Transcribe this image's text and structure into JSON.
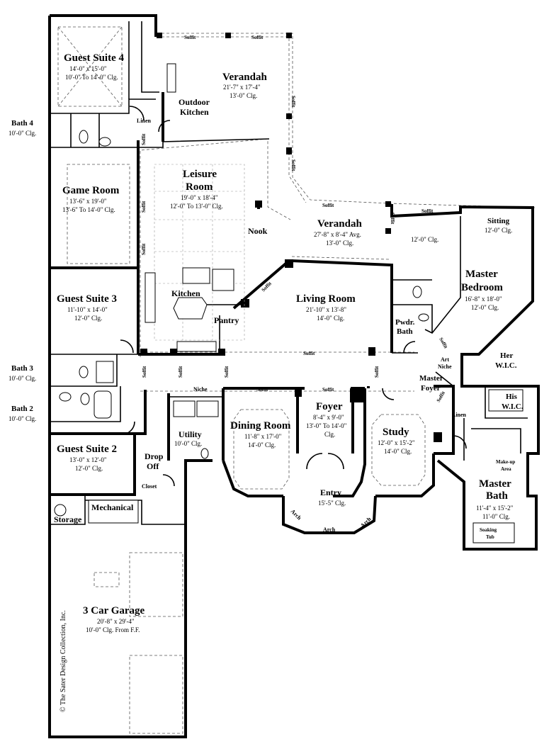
{
  "rooms": {
    "guest_suite_4": {
      "name": "Guest Suite 4",
      "dim": "14'-0\" x 15'-0\"",
      "clg": "10'-0\" To 14'-0\" Clg."
    },
    "verandah_top": {
      "name": "Verandah",
      "dim": "21'-7\" x 17'-4\"",
      "clg": "13'-0\" Clg."
    },
    "outdoor_kitchen": {
      "line1": "Outdoor",
      "line2": "Kitchen"
    },
    "bath_4": {
      "name": "Bath 4",
      "clg": "10'-0\" Clg."
    },
    "linen_top": {
      "name": "Linen"
    },
    "game_room": {
      "name": "Game Room",
      "dim": "13'-6\" x 19'-0\"",
      "clg": "13'-6\" To 14'-0\" Clg."
    },
    "leisure_room": {
      "line1": "Leisure",
      "line2": "Room",
      "dim": "19'-0\" x 18'-4\"",
      "clg": "12'-0\" To 13'-0\" Clg."
    },
    "nook": {
      "name": "Nook"
    },
    "verandah_mid": {
      "name": "Verandah",
      "dim": "27'-8\" x 8'-4\" Avg.",
      "clg": "13'-0\" Clg."
    },
    "sitting": {
      "name": "Sitting",
      "clg": "12'-0\" Clg."
    },
    "twelve_clg": {
      "clg": "12'-0\" Clg."
    },
    "master_bedroom": {
      "line1": "Master",
      "line2": "Bedroom",
      "dim": "16'-8\" x 18'-0\"",
      "clg": "12'-0\" Clg."
    },
    "guest_suite_3": {
      "name": "Guest Suite 3",
      "dim": "11'-10\" x 14'-0\"",
      "clg": "12'-0\" Clg."
    },
    "kitchen": {
      "name": "Kitchen"
    },
    "pantry": {
      "name": "Pantry"
    },
    "living_room": {
      "name": "Living Room",
      "dim": "21'-10\" x 13'-8\"",
      "clg": "14'-0\" Clg."
    },
    "pwdr_bath": {
      "line1": "Pwdr.",
      "line2": "Bath"
    },
    "her_wic": {
      "line1": "Her",
      "line2": "W.I.C."
    },
    "art_niche": {
      "line1": "Art",
      "line2": "Niche"
    },
    "master_foyer": {
      "line1": "Master",
      "line2": "Foyer"
    },
    "his_wic": {
      "line1": "His",
      "line2": "W.I.C."
    },
    "bath_3": {
      "name": "Bath 3",
      "clg": "10'-0\" Clg."
    },
    "bath_2": {
      "name": "Bath 2",
      "clg": "10'-0\" Clg."
    },
    "niche": {
      "name": "Niche"
    },
    "dining_room": {
      "name": "Dining Room",
      "dim": "11'-8\" x 17'-0\"",
      "clg": "14'-0\" Clg."
    },
    "foyer": {
      "name": "Foyer",
      "dim": "8'-4\" x 9'-0\"",
      "clg1": "13'-0\" To 14'-0\"",
      "clg2": "Clg."
    },
    "study": {
      "name": "Study",
      "dim": "12'-0\" x 15'-2\"",
      "clg": "14'-0\" Clg."
    },
    "linen_master": {
      "name": "Linen"
    },
    "utility": {
      "name": "Utility",
      "clg": "10'-0\" Clg."
    },
    "guest_suite_2": {
      "name": "Guest Suite 2",
      "dim": "13'-0\" x 12'-0\"",
      "clg": "12'-0\" Clg."
    },
    "drop_off": {
      "line1": "Drop",
      "line2": "Off"
    },
    "closet": {
      "name": "Closet"
    },
    "makeup": {
      "line1": "Make-up",
      "line2": "Area"
    },
    "master_bath": {
      "line1": "Master",
      "line2": "Bath",
      "dim": "11'-4\" x 15'-2\"",
      "clg": "11'-0\" Clg."
    },
    "soaking_tub": {
      "line1": "Soaking",
      "line2": "Tub"
    },
    "entry": {
      "name": "Entry",
      "clg": "15'-5\" Clg."
    },
    "mechanical": {
      "name": "Mechanical"
    },
    "storage": {
      "name": "Storage"
    },
    "garage": {
      "name": "3 Car Garage",
      "dim": "20'-8\" x 29'-4\"",
      "clg": "10'-0\" Clg. From F.F."
    }
  },
  "labels": {
    "soffit": "Soffit",
    "arch": "Arch",
    "copyright": "© The Sater Design Collection, Inc."
  }
}
